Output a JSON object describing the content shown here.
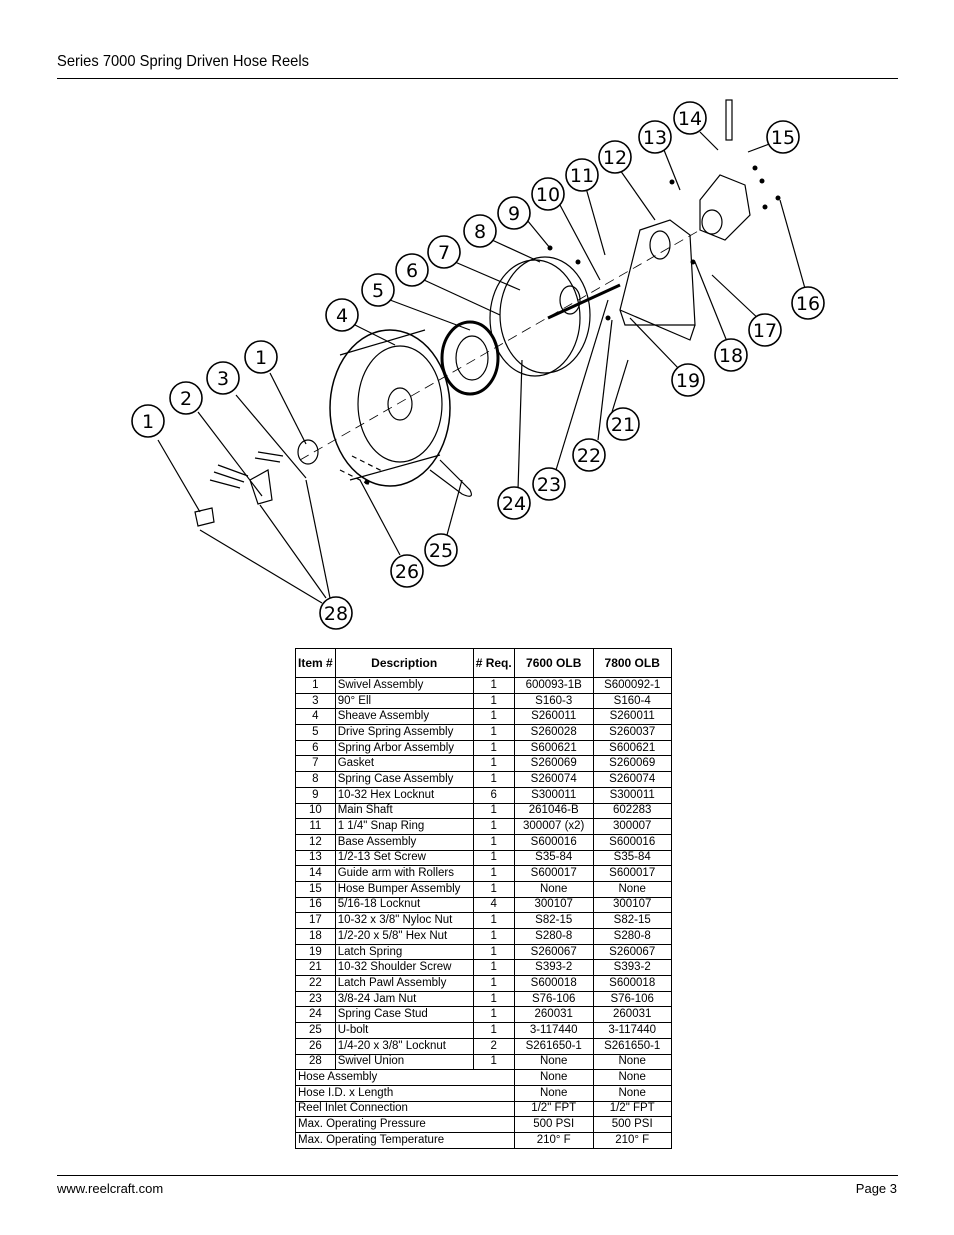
{
  "header": {
    "title": "Series 7000 Spring Driven Hose Reels"
  },
  "diagram": {
    "callouts": [
      "1",
      "2",
      "3",
      "1",
      "4",
      "5",
      "6",
      "7",
      "8",
      "9",
      "10",
      "11",
      "12",
      "13",
      "14",
      "15",
      "16",
      "17",
      "18",
      "19",
      "21",
      "22",
      "23",
      "24",
      "25",
      "26",
      "28"
    ]
  },
  "table": {
    "headers": {
      "item": "Item #",
      "description": "Description",
      "req": "# Req.",
      "col_a": "7600 OLB",
      "col_b": "7800 OLB"
    },
    "rows": [
      {
        "item": "1",
        "desc": "Swivel Assembly",
        "req": "1",
        "a": "600093-1B",
        "b": "S600092-1"
      },
      {
        "item": "3",
        "desc": "90° Ell",
        "req": "1",
        "a": "S160-3",
        "b": "S160-4"
      },
      {
        "item": "4",
        "desc": "Sheave Assembly",
        "req": "1",
        "a": "S260011",
        "b": "S260011"
      },
      {
        "item": "5",
        "desc": "Drive Spring Assembly",
        "req": "1",
        "a": "S260028",
        "b": "S260037"
      },
      {
        "item": "6",
        "desc": "Spring Arbor Assembly",
        "req": "1",
        "a": "S600621",
        "b": "S600621"
      },
      {
        "item": "7",
        "desc": "Gasket",
        "req": "1",
        "a": "S260069",
        "b": "S260069"
      },
      {
        "item": "8",
        "desc": "Spring Case Assembly",
        "req": "1",
        "a": "S260074",
        "b": "S260074"
      },
      {
        "item": "9",
        "desc": "10-32 Hex Locknut",
        "req": "6",
        "a": "S300011",
        "b": "S300011"
      },
      {
        "item": "10",
        "desc": "Main Shaft",
        "req": "1",
        "a": "261046-B",
        "b": "602283"
      },
      {
        "item": "11",
        "desc": "1 1/4\" Snap Ring",
        "req": "1",
        "a": "300007 (x2)",
        "b": "300007"
      },
      {
        "item": "12",
        "desc": "Base Assembly",
        "req": "1",
        "a": "S600016",
        "b": "S600016"
      },
      {
        "item": "13",
        "desc": "1/2-13 Set Screw",
        "req": "1",
        "a": "S35-84",
        "b": "S35-84"
      },
      {
        "item": "14",
        "desc": "Guide arm with Rollers",
        "req": "1",
        "a": "S600017",
        "b": "S600017"
      },
      {
        "item": "15",
        "desc": "Hose Bumper Assembly",
        "req": "1",
        "a": "None",
        "b": "None"
      },
      {
        "item": "16",
        "desc": "5/16-18 Locknut",
        "req": "4",
        "a": "300107",
        "b": "300107"
      },
      {
        "item": "17",
        "desc": "10-32 x 3/8\" Nyloc Nut",
        "req": "1",
        "a": "S82-15",
        "b": "S82-15"
      },
      {
        "item": "18",
        "desc": "1/2-20 x 5/8\" Hex Nut",
        "req": "1",
        "a": "S280-8",
        "b": "S280-8"
      },
      {
        "item": "19",
        "desc": "Latch Spring",
        "req": "1",
        "a": "S260067",
        "b": "S260067"
      },
      {
        "item": "21",
        "desc": "10-32 Shoulder Screw",
        "req": "1",
        "a": "S393-2",
        "b": "S393-2"
      },
      {
        "item": "22",
        "desc": "Latch Pawl Assembly",
        "req": "1",
        "a": "S600018",
        "b": "S600018"
      },
      {
        "item": "23",
        "desc": "3/8-24 Jam Nut",
        "req": "1",
        "a": "S76-106",
        "b": "S76-106"
      },
      {
        "item": "24",
        "desc": "Spring Case Stud",
        "req": "1",
        "a": "260031",
        "b": "260031"
      },
      {
        "item": "25",
        "desc": "U-bolt",
        "req": "1",
        "a": "3-117440",
        "b": "3-117440"
      },
      {
        "item": "26",
        "desc": "1/4-20 x 3/8\" Locknut",
        "req": "2",
        "a": "S261650-1",
        "b": "S261650-1"
      },
      {
        "item": "28",
        "desc": "Swivel Union",
        "req": "1",
        "a": "None",
        "b": "None"
      }
    ],
    "spec_rows": [
      {
        "label": "Hose Assembly",
        "a": "None",
        "b": "None"
      },
      {
        "label": "Hose I.D. x Length",
        "a": "None",
        "b": "None"
      },
      {
        "label": "Reel Inlet Connection",
        "a": "1/2\" FPT",
        "b": "1/2\" FPT"
      },
      {
        "label": "Max. Operating Pressure",
        "a": "500 PSI",
        "b": "500 PSI"
      },
      {
        "label": "Max. Operating Temperature",
        "a": "210° F",
        "b": "210° F"
      }
    ]
  },
  "footer": {
    "website": "www.reelcraft.com",
    "page": "Page 3"
  }
}
